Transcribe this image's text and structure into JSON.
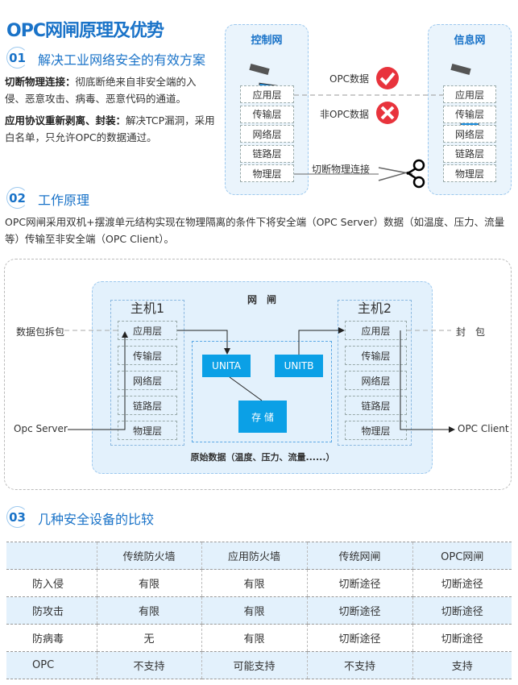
{
  "title": "OPC网闸原理及优势",
  "section1": {
    "num": "01",
    "title": "解决工业网络安全的有效方案",
    "p1_bold": "切断物理连接：",
    "p1_text": "彻底断绝来自非安全端的入侵、恶意攻击、病毒、恶意代码的通道。",
    "p2_bold": "应用协议重新剥离、封装：",
    "p2_text": "解决TCP漏洞，采用白名单，只允许OPC的数据通过。"
  },
  "diagram1": {
    "left_net": "控制网",
    "right_net": "信息网",
    "layers": [
      "应用层",
      "传输层",
      "网络层",
      "链路层",
      "物理层"
    ],
    "opc_data": "OPC数据",
    "non_opc_data": "非OPC数据",
    "cut_label": "切断物理连接",
    "accent": "#e8333c"
  },
  "section2": {
    "num": "02",
    "title": "工作原理",
    "desc": "OPC网闸采用双机+摆渡单元结构实现在物理隔离的条件下将安全端（OPC Server）数据（如温度、压力、流量等）传输至非安全端（OPC Client）。"
  },
  "diagram2": {
    "host1": "主机1",
    "host2": "主机2",
    "gateway": "网　闸",
    "layers": [
      "应用层",
      "传输层",
      "网络层",
      "链路层",
      "物理层"
    ],
    "unita": "UNITA",
    "unitb": "UNITB",
    "storage": "存 储",
    "unpack": "数据包拆包",
    "pack": "封　包",
    "server": "Opc Server",
    "client": "OPC Client",
    "raw": "原始数据（温度、压力、流量......）"
  },
  "section3": {
    "num": "03",
    "title": "几种安全设备的比较",
    "headers": [
      "",
      "传统防火墙",
      "应用防火墙",
      "传统网闸",
      "OPC网闸"
    ],
    "rows": [
      [
        "防入侵",
        "有限",
        "有限",
        "切断途径",
        "切断途径"
      ],
      [
        "防攻击",
        "有限",
        "有限",
        "切断途径",
        "切断途径"
      ],
      [
        "防病毒",
        "无",
        "有限",
        "切断途径",
        "切断途径"
      ],
      [
        "OPC",
        "不支持",
        "可能支持",
        "不支持",
        "支持"
      ]
    ]
  }
}
